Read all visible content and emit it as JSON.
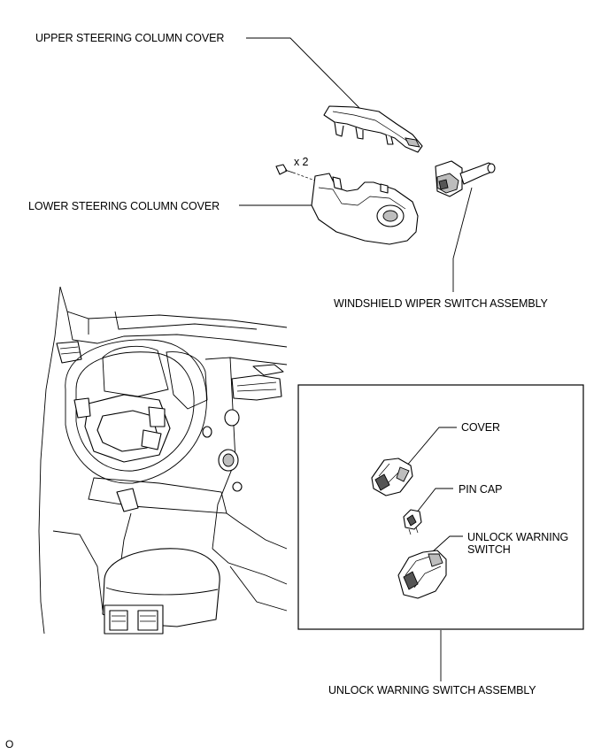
{
  "labels": {
    "upper_cover": "UPPER STEERING COLUMN COVER",
    "lower_cover": "LOWER STEERING COLUMN COVER",
    "screw_qty": "x 2",
    "wiper_switch": "WINDSHIELD WIPER SWITCH ASSEMBLY",
    "cover": "COVER",
    "pin_cap": "PIN CAP",
    "unlock_switch_line1": "UNLOCK WARNING",
    "unlock_switch_line2": "SWITCH",
    "unlock_assembly": "UNLOCK WARNING SWITCH ASSEMBLY",
    "figure_code": "O"
  }
}
